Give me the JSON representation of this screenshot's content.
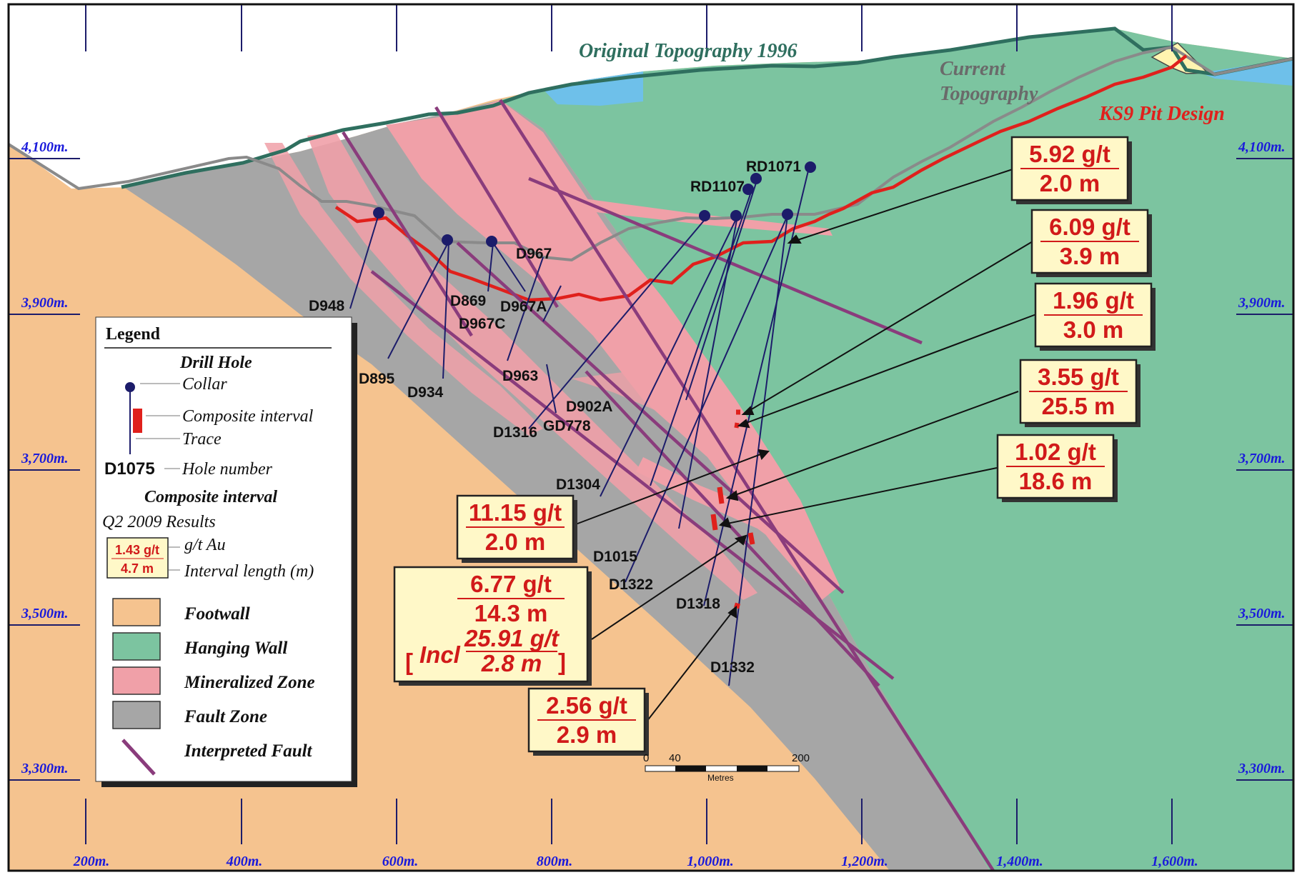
{
  "colors": {
    "footwall": "#f5c38f",
    "hanging_wall": "#7cc4a0",
    "mineralized_zone": "#f0a0a8",
    "fault_zone": "#a6a6a6",
    "interpreted_fault": "#8a3c7c",
    "water": "#6ec0ea",
    "pit_design": "#e0201c",
    "current_topography": "#8a8a8a",
    "original_topography": "#2f6f5f",
    "elevation_labels": "#1a1adb",
    "drill_trace": "#1c1c6a",
    "callout_text": "#d11a1a",
    "callout_fill": "#fff8c8"
  },
  "topography": {
    "original_label": "Original Topography 1996",
    "current_label_line1": "Current",
    "current_label_line2": "Topography",
    "pit_label": "KS9 Pit Design"
  },
  "elevation_labels": {
    "left": [
      "4,100m.",
      "3,900m.",
      "3,700m.",
      "3,500m.",
      "3,300m."
    ],
    "right": [
      "4,100m.",
      "3,900m.",
      "3,700m.",
      "3,500m.",
      "3,300m."
    ]
  },
  "easting_labels": [
    "200m.",
    "400m.",
    "600m.",
    "800m.",
    "1,000m.",
    "1,200m.",
    "1,400m.",
    "1,600m."
  ],
  "drill_holes": {
    "D948": "D948",
    "D895": "D895",
    "D934": "D934",
    "D869": "D869",
    "D967": "D967",
    "D967A": "D967A",
    "D967C": "D967C",
    "D963": "D963",
    "D902A": "D902A",
    "GD778": "GD778",
    "D1316": "D1316",
    "D1304": "D1304",
    "D1015": "D1015",
    "D1322": "D1322",
    "D1318": "D1318",
    "D1332": "D1332",
    "RD1071": "RD1071",
    "RD1107": "RD1107"
  },
  "callouts": [
    {
      "grade": "5.92 g/t",
      "length": "2.0 m"
    },
    {
      "grade": "6.09 g/t",
      "length": "3.9 m"
    },
    {
      "grade": "1.96 g/t",
      "length": "3.0 m"
    },
    {
      "grade": "3.55 g/t",
      "length": "25.5 m"
    },
    {
      "grade": "1.02 g/t",
      "length": "18.6 m"
    },
    {
      "grade": "11.15 g/t",
      "length": "2.0 m"
    },
    {
      "grade": "6.77  g/t",
      "length": "14.3 m",
      "incl_label": "Incl",
      "incl_grade": "25.91 g/t",
      "incl_length": "2.8 m"
    },
    {
      "grade": "2.56 g/t",
      "length": "2.9 m"
    }
  ],
  "scale_bar": {
    "ticks": [
      "0",
      "40",
      "200"
    ],
    "unit": "Metres"
  },
  "legend": {
    "title": "Legend",
    "drill_hole_heading": "Drill Hole",
    "collar": "Collar",
    "composite_interval": "Composite interval",
    "trace": "Trace",
    "hole_example": "D1075",
    "hole_number": "Hole number",
    "composite_heading": "Composite interval",
    "results": "Q2 2009 Results",
    "sample_grade": "1.43 g/t",
    "sample_length": "4.7 m",
    "grade_unit": "g/t Au",
    "length_unit": "Interval length  (m)",
    "footwall": "Footwall",
    "hanging_wall": "Hanging Wall",
    "mineralized_zone": "Mineralized Zone",
    "fault_zone": "Fault Zone",
    "interpreted_fault": "Interpreted Fault"
  }
}
